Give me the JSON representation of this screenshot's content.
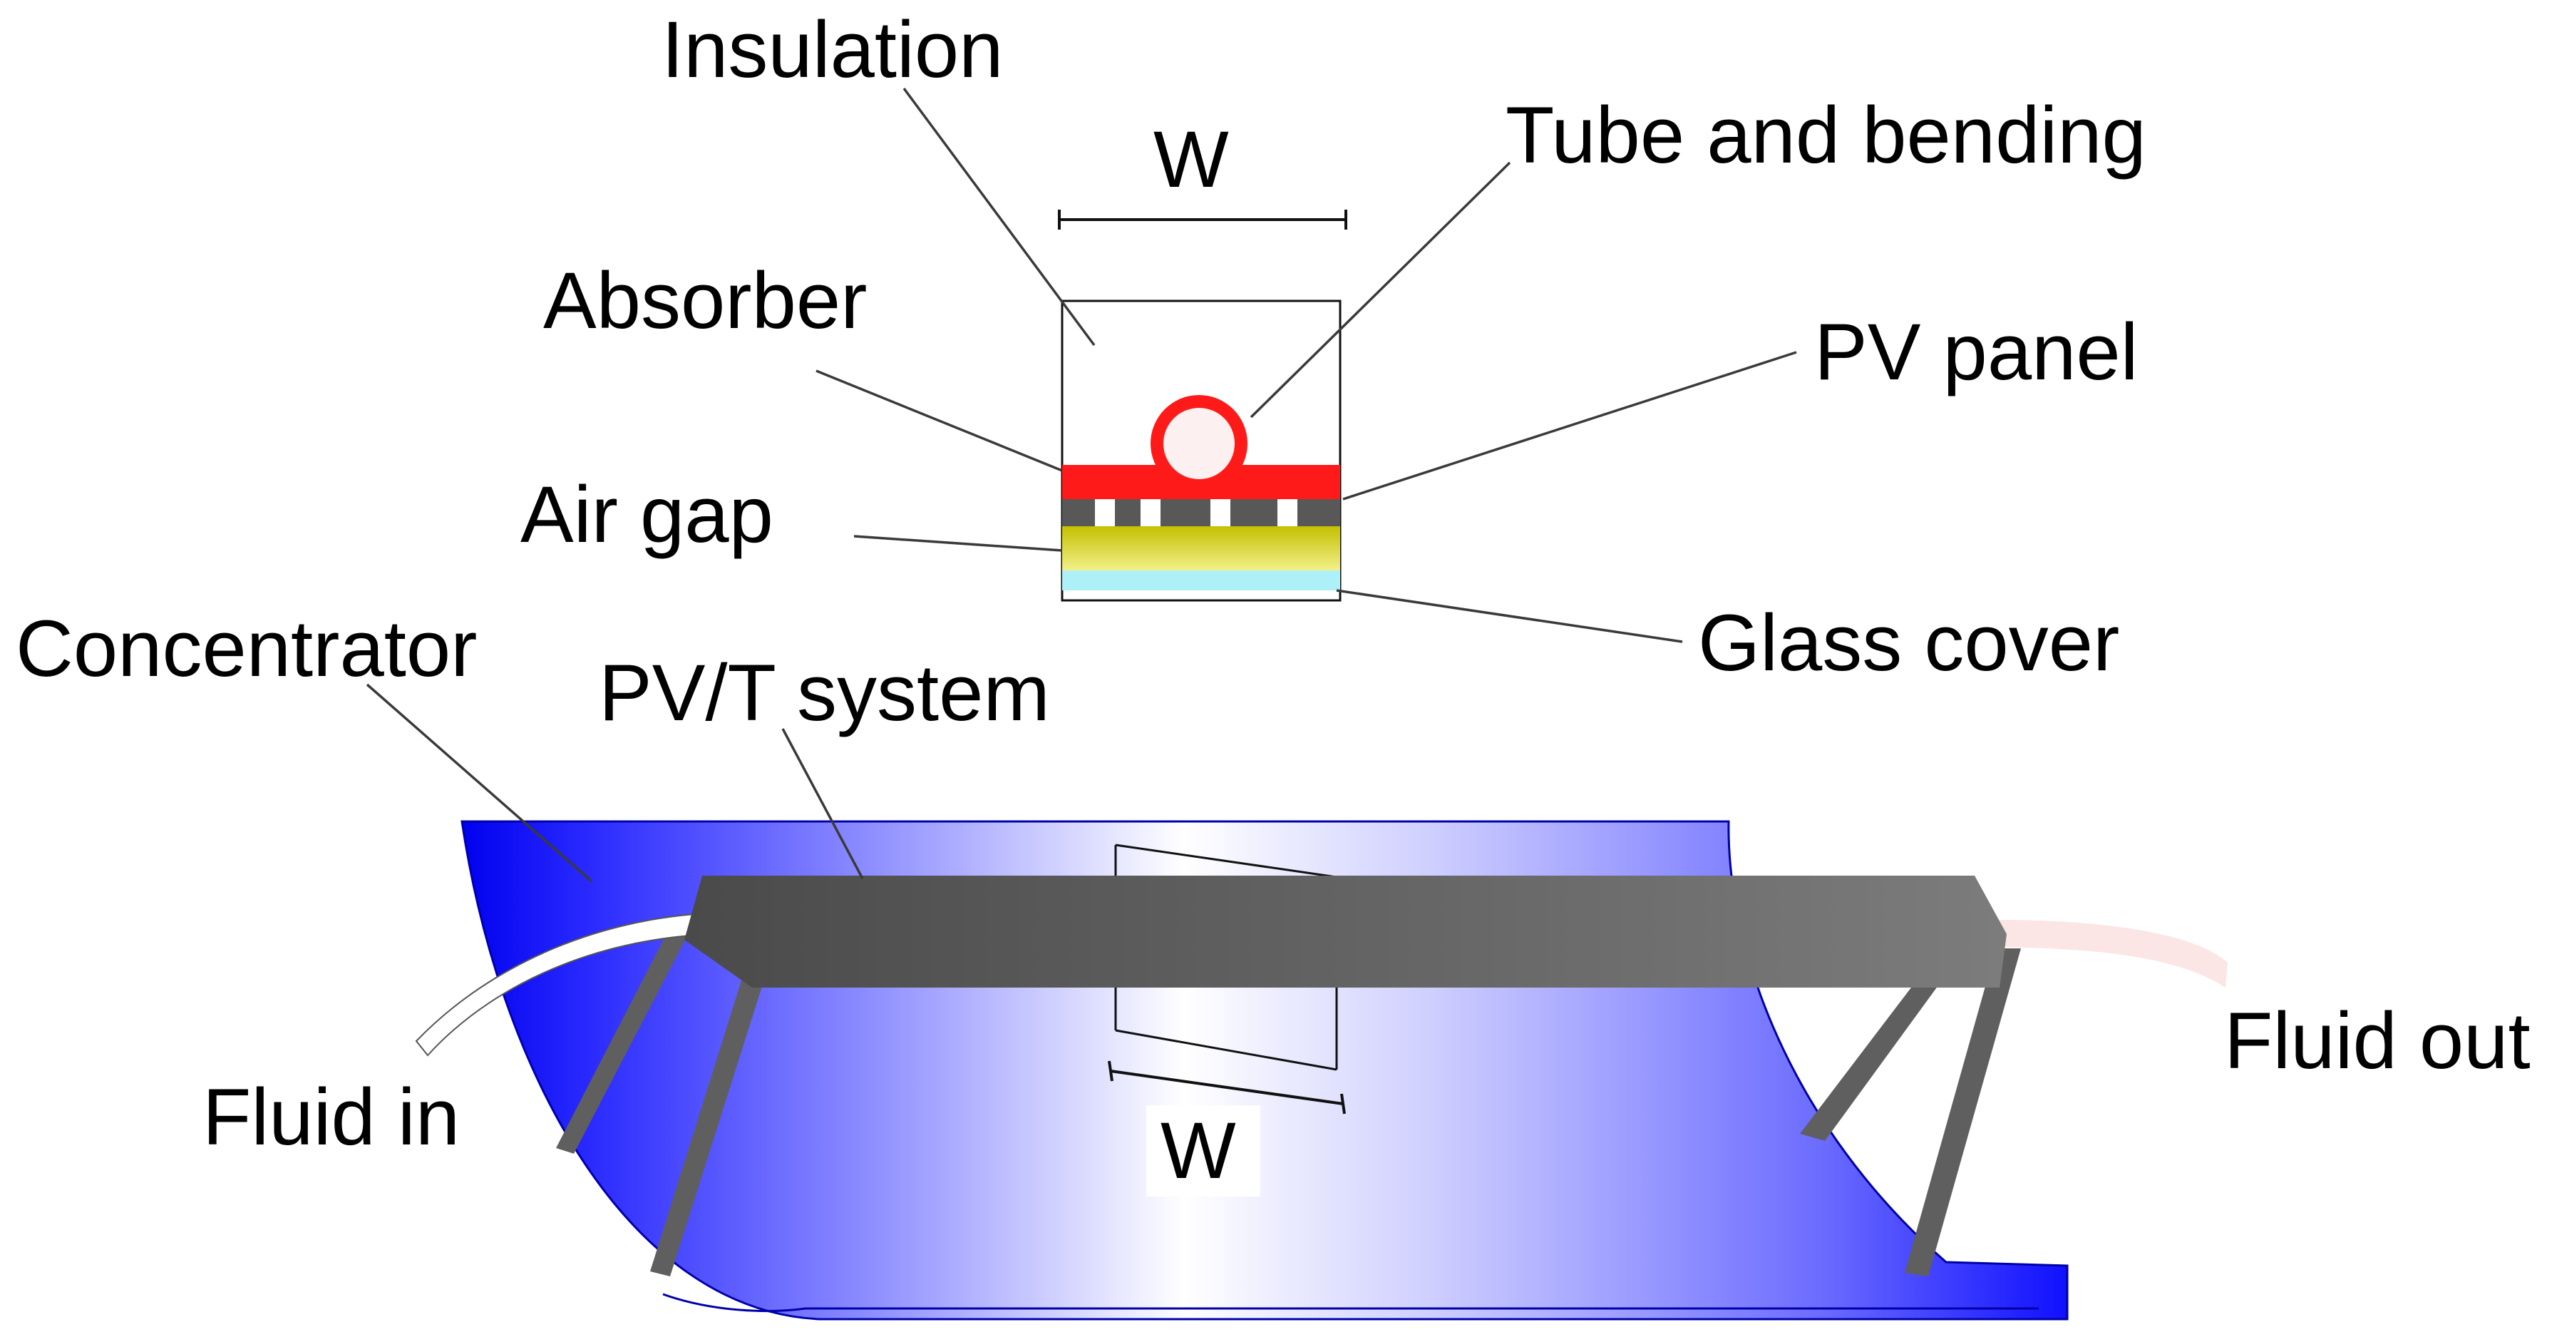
{
  "labels": {
    "insulation": "Insulation",
    "width_top": "W",
    "tube_and_bending": "Tube and bending",
    "absorber": "Absorber",
    "pv_panel": "PV panel",
    "air_gap": "Air gap",
    "glass_cover": "Glass cover",
    "concentrator": "Concentrator",
    "pvt_system": "PV/T system",
    "fluid_in": "Fluid in",
    "fluid_out": "Fluid out",
    "width_bottom": "W"
  },
  "colors": {
    "absorber": "#ff1a1a",
    "tube": "#ff1a1a",
    "pv_panel_dark": "#585858",
    "pv_panel_light": "#ffffff",
    "air_gap": "#c8c400",
    "glass_cover": "#aef0f8",
    "concentrator": "#1a1aff",
    "pvt_body": "#555555",
    "fluid_in_pipe": "#ffffff",
    "fluid_out_pipe": "#fbe5e5"
  }
}
